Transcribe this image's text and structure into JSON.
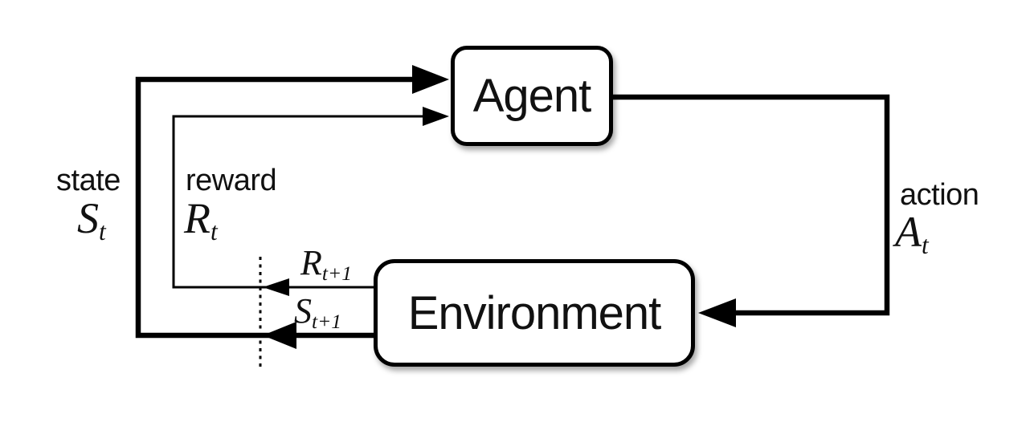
{
  "nodes": {
    "agent": "Agent",
    "environment": "Environment"
  },
  "labels": {
    "state": {
      "word": "state",
      "symbol": "S",
      "sub": "t"
    },
    "reward": {
      "word": "reward",
      "symbol": "R",
      "sub": "t"
    },
    "action": {
      "word": "action",
      "symbol": "A",
      "sub": "t"
    },
    "next_reward": {
      "symbol": "R",
      "sub": "t+1"
    },
    "next_state": {
      "symbol": "S",
      "sub": "t+1"
    }
  },
  "colors": {
    "ink": "#000000",
    "background": "#ffffff"
  }
}
